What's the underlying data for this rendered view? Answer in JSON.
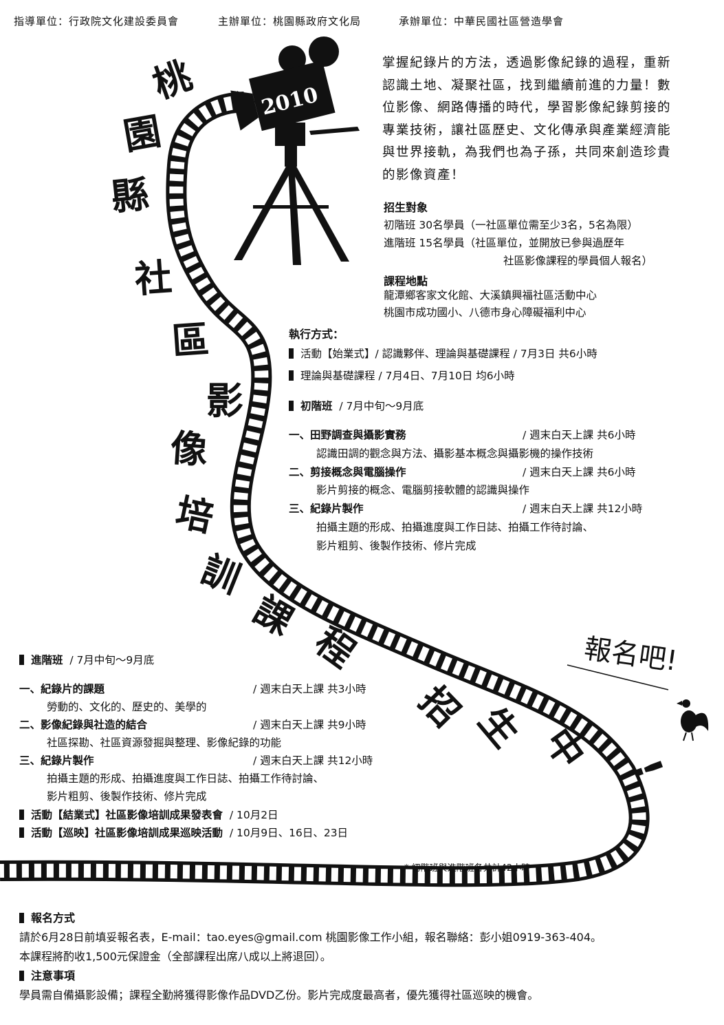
{
  "header": {
    "guide": "指導單位：行政院文化建設委員會",
    "host": "主辦單位：桃園縣政府文化局",
    "organizer": "承辦單位：中華民國社區營造學會"
  },
  "camera_year": "2010",
  "title_chars": [
    "桃",
    "園",
    "縣",
    "社",
    "區",
    "影",
    "像",
    "培",
    "訓",
    "課",
    "程",
    "招",
    "生",
    "中",
    "!"
  ],
  "signup_call": "報名吧!",
  "intro_lines": [
    "掌握紀錄片的方法，透過影像紀錄的過程，重新",
    "認識土地、凝聚社區，找到繼續前進的力量！數",
    "位影像、網路傳播的時代，學習影像紀錄剪接的",
    "專業技術，讓社區歷史、文化傳承與產業經濟能",
    "與世界接軌，為我們也為子孫，共同來創造珍貴",
    "的影像資產！"
  ],
  "target": {
    "heading": "招生對象",
    "lines": [
      "初階班  30名學員（一社區單位需至少3名，5名為限）",
      "進階班  15名學員（社區單位，並開放已參與過歷年",
      "社區影像課程的學員個人報名）"
    ]
  },
  "location": {
    "heading": "課程地點",
    "lines": [
      "龍潭鄉客家文化館、大溪鎮興福社區活動中心",
      "桃園市成功國小、八德市身心障礙福利中心"
    ]
  },
  "execution": {
    "heading": "執行方式：",
    "items": [
      "活動【始業式】/  認識夥伴、理論與基礎課程  /  7月3日    共6小時",
      "理論與基礎課程  /  7月4日、7月10日    均6小時"
    ]
  },
  "basic": {
    "label": "初階班",
    "period": "/  7月中旬～9月底",
    "courses": [
      {
        "title": "一、田野調查與攝影實務",
        "schedule": "/  週末白天上課    共6小時",
        "desc": [
          "認識田調的觀念與方法、攝影基本概念與攝影機的操作技術"
        ]
      },
      {
        "title": "二、剪接概念與電腦操作",
        "schedule": "/  週末白天上課    共6小時",
        "desc": [
          "影片剪接的概念、電腦剪接軟體的認識與操作"
        ]
      },
      {
        "title": "三、紀錄片製作",
        "schedule": "/  週末白天上課  共12小時",
        "desc": [
          "拍攝主題的形成、拍攝進度與工作日誌、拍攝工作待討論、",
          "影片粗剪、後製作技術、修片完成"
        ]
      }
    ]
  },
  "advanced": {
    "label": "進階班",
    "period": "/  7月中旬～9月底",
    "courses": [
      {
        "title": "一、紀錄片的課題",
        "schedule": "/  週末白天上課    共3小時",
        "desc": [
          "勞動的、文化的、歷史的、美學的"
        ]
      },
      {
        "title": "二、影像紀錄與社造的結合",
        "schedule": "/  週末白天上課    共9小時",
        "desc": [
          "社區探勘、社區資源發掘與整理、影像紀錄的功能"
        ]
      },
      {
        "title": "三、紀錄片製作",
        "schedule": "/  週末白天上課  共12小時",
        "desc": [
          "拍攝主題的形成、拍攝進度與工作日誌、拍攝工作待討論、",
          "影片粗剪、後製作技術、修片完成"
        ]
      }
    ],
    "events": [
      {
        "name": "活動【結業式】社區影像培訓成果發表會",
        "date": "/  10月2日"
      },
      {
        "name": "活動【巡映】社區影像培訓成果巡映活動",
        "date": "/  10月9日、16日、23日"
      }
    ]
  },
  "note_total": "* 初階班與進階班各共計42小時",
  "registration": {
    "heading": "報名方式",
    "lines": [
      "請於6月28日前填妥報名表，E-mail：tao.eyes@gmail.com 桃園影像工作小組，報名聯絡：彭小姐0919-363-404。",
      "本課程將酌收1,500元保證金（全部課程出席八成以上將退回）。"
    ]
  },
  "notice": {
    "heading": "注意事項",
    "lines": [
      "學員需自備攝影設備；課程全勤將獲得影像作品DVD乙份。影片完成度最高者，優先獲得社區巡映的機會。"
    ]
  },
  "colors": {
    "ink": "#111111",
    "paper": "#ffffff"
  }
}
